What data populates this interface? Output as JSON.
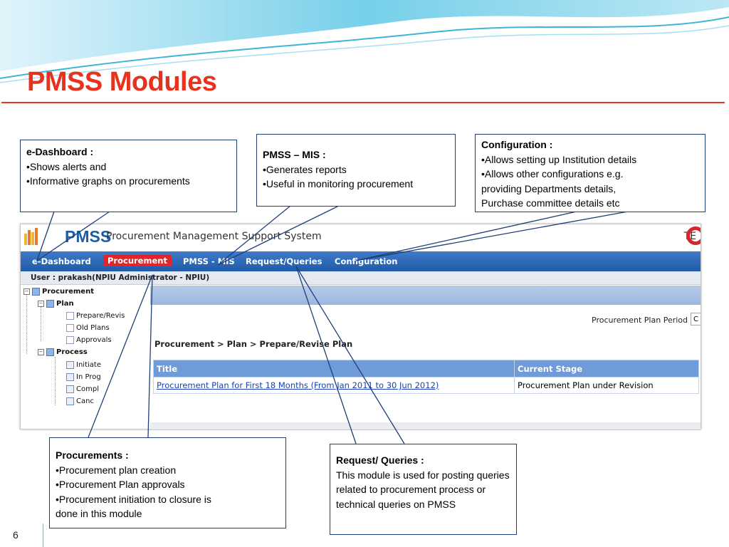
{
  "slide": {
    "title": "PMSS Modules",
    "page_number": "6"
  },
  "app": {
    "logo_text": "PMSS",
    "app_name": "Procurement Management Support System",
    "brand_corner": "TE",
    "nav": [
      "e-Dashboard",
      "Procurement",
      "PMSS - MIS",
      "Request/Queries",
      "Configuration"
    ],
    "active_nav": "Procurement",
    "user_line": "User : prakash(NPIU Administrator - NPIU)",
    "tree": {
      "root": "Procurement",
      "plan": "Plan",
      "plan_items": [
        "Prepare/Revis",
        "Old Plans",
        "Approvals"
      ],
      "process": "Process",
      "process_items": [
        "Initiate",
        "In Prog",
        "Compl",
        "Canc"
      ]
    },
    "period_label": "Procurement Plan Period",
    "period_value": "C",
    "breadcrumb": "Procurement > Plan > Prepare/Revise Plan",
    "grid": {
      "columns": [
        "Title",
        "Current Stage"
      ],
      "rows": [
        [
          "Procurement Plan for First 18 Months (From Jan 2011 to 30 Jun 2012)",
          "Procurement Plan under Revision"
        ]
      ]
    }
  },
  "callouts": {
    "dashboard": {
      "heading": "e-Dashboard :",
      "lines": [
        "•Shows alerts and",
        "•Informative graphs on procurements"
      ]
    },
    "mis": {
      "heading": "PMSS – MIS :",
      "lines": [
        "•Generates reports",
        "•Useful in monitoring procurement"
      ]
    },
    "configuration": {
      "heading": "Configuration :",
      "lines": [
        "•Allows setting up Institution  details",
        "•Allows other configurations e.g.",
        "providing  Departments details,",
        "Purchase committee details etc"
      ]
    },
    "procurements": {
      "heading": "Procurements :",
      "lines": [
        "•Procurement plan creation",
        "•Procurement Plan approvals",
        "•Procurement initiation  to closure is",
        "done in this module"
      ]
    },
    "queries": {
      "heading": "Request/ Queries :",
      "body": "This module is used for posting queries related to procurement process or technical queries on PMSS"
    }
  },
  "colors": {
    "title": "#e8321e",
    "nav_bg": "#1f5aa8",
    "nav_active": "#e0262b",
    "callout_border": "#1f3f7a"
  }
}
